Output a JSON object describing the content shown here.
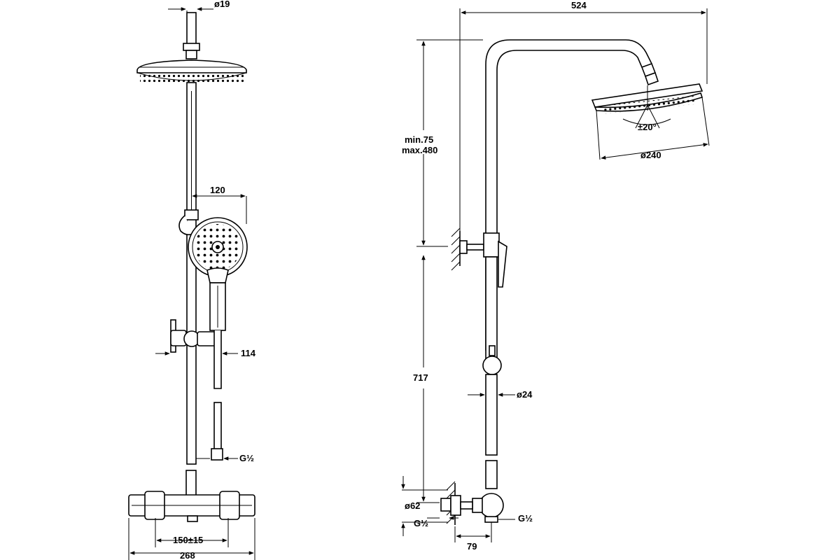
{
  "dimensions": {
    "front": {
      "arm_diameter": "ø19",
      "handshower_width": "120",
      "holder_offset": "114",
      "outlet_thread": "G½",
      "inlet_spacing": "150±15",
      "overall_width": "268"
    },
    "side": {
      "arm_projection": "524",
      "height_range_min": "min.75",
      "height_range_max": "max.480",
      "tilt_angle": "±20°",
      "head_diameter": "ø240",
      "rail_height": "717",
      "rail_diameter": "ø24",
      "escutcheon_diameter": "ø62",
      "inlet_thread": "G½",
      "valve_thread": "G½",
      "wall_offset": "79"
    }
  }
}
